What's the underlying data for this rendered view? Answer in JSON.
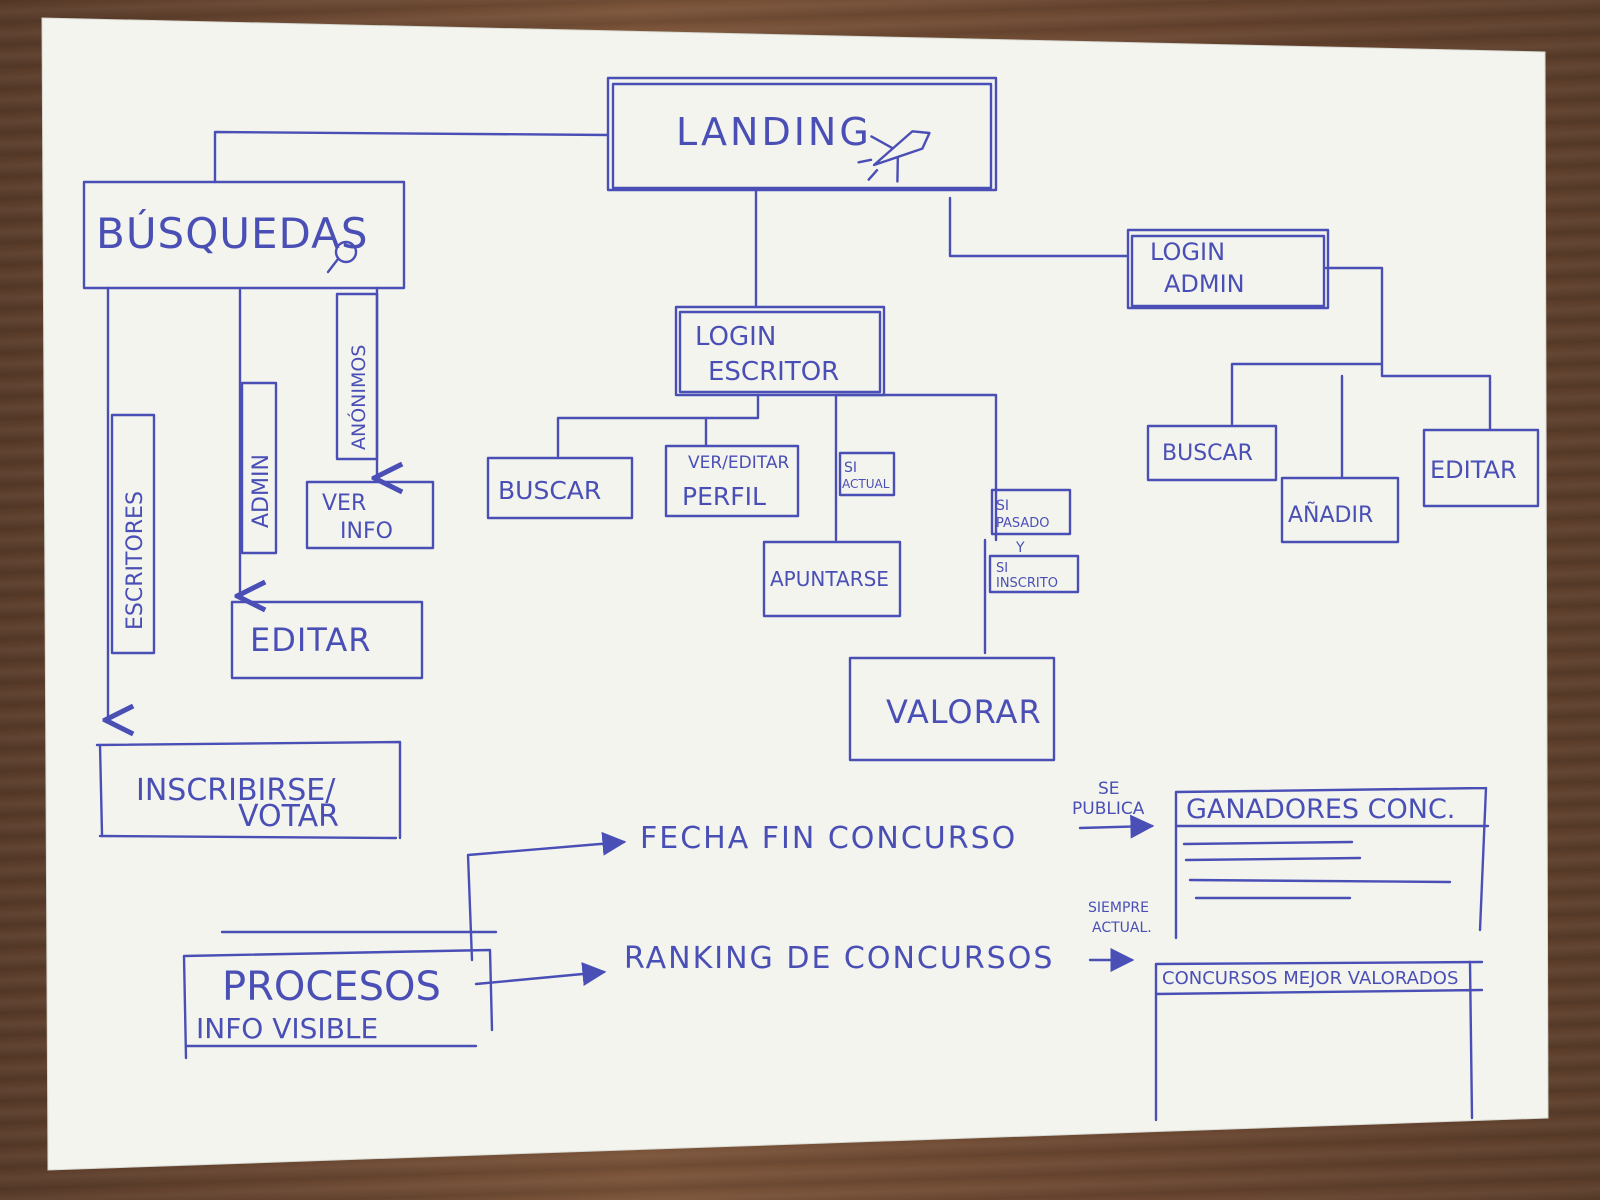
{
  "colors": {
    "ink": "#4a4fb6",
    "paper": "#f4f5ef",
    "table": "#6b4a34"
  },
  "landing": {
    "label": "LANDING",
    "icon": "rocket-icon"
  },
  "busquedas": {
    "label": "BÚSQUEDAS",
    "icon": "magnifier-icon"
  },
  "branches": {
    "escritores": "ESCRITORES",
    "admin": "ADMIN",
    "anonimos": "ANÓNIMOS"
  },
  "ver_info": {
    "line1": "VER",
    "line2": "INFO"
  },
  "editar_left": "EDITAR",
  "inscribirse": {
    "line1": "INSCRIBIRSE/",
    "line2": "VOTAR"
  },
  "login_escritor": {
    "line1": "LOGIN",
    "line2": "ESCRITOR"
  },
  "escritor_children": {
    "buscar": "BUSCAR",
    "ver_editar": {
      "line1": "VER/EDITAR",
      "line2": "PERFIL"
    },
    "si_actual": {
      "line1": "SI",
      "line2": "ACTUAL"
    },
    "apuntarse": "APUNTARSE",
    "si_pasado": {
      "line1": "SI",
      "line2": "PASADO"
    },
    "y": "Y",
    "si_inscrito": {
      "line1": "SI",
      "line2": "INSCRITO"
    },
    "valorar": "VALORAR"
  },
  "login_admin": {
    "line1": "LOGIN",
    "line2": "ADMIN"
  },
  "admin_children": {
    "buscar": "BUSCAR",
    "anadir": "AÑADIR",
    "editar": "EDITAR"
  },
  "procesos": {
    "line1": "PROCESOS",
    "line2": "INFO VISIBLE"
  },
  "flows": {
    "fecha_fin": "FECHA FIN CONCURSO",
    "se_publica": {
      "line1": "SE",
      "line2": "PUBLICA"
    },
    "ganadores": "GANADORES CONC.",
    "ranking": "RANKING DE CONCURSOS",
    "siempre_actual": {
      "line1": "SIEMPRE",
      "line2": "ACTUAL."
    },
    "mejor_valorados": "CONCURSOS MEJOR VALORADOS"
  }
}
